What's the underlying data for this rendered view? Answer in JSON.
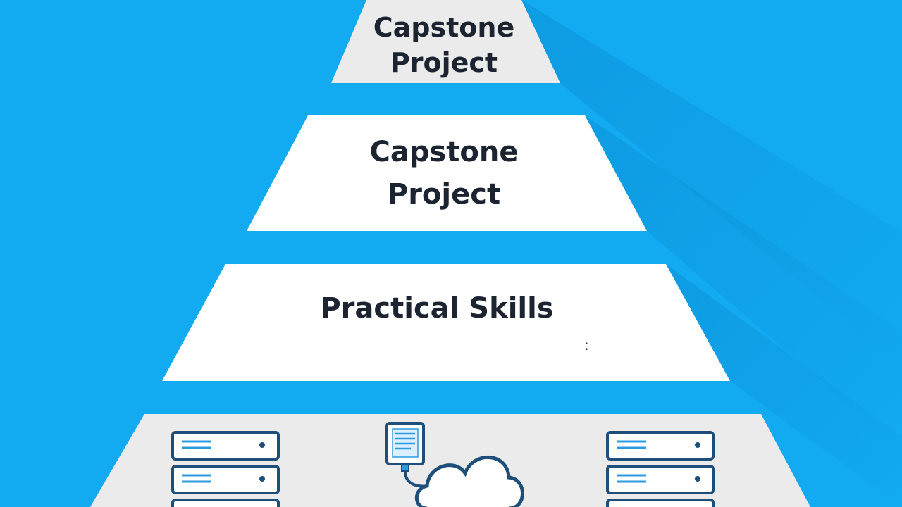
{
  "colors": {
    "background": "#12aaf0",
    "tier_light": "#ebebeb",
    "tier_white": "#ffffff",
    "text": "#1b2430",
    "icon_stroke": "#1d4f7a",
    "icon_accent": "#2d9be0"
  },
  "pyramid": {
    "tiers": [
      {
        "label_lines": [
          "Capstone",
          "Project"
        ]
      },
      {
        "label_lines": [
          "Capstone",
          "Project"
        ]
      },
      {
        "label_lines": [
          "Practical Skills"
        ],
        "extra": ":"
      },
      {
        "icons": [
          "server-rack-icon",
          "tablet-cloud-icon",
          "server-rack-icon"
        ]
      }
    ]
  }
}
